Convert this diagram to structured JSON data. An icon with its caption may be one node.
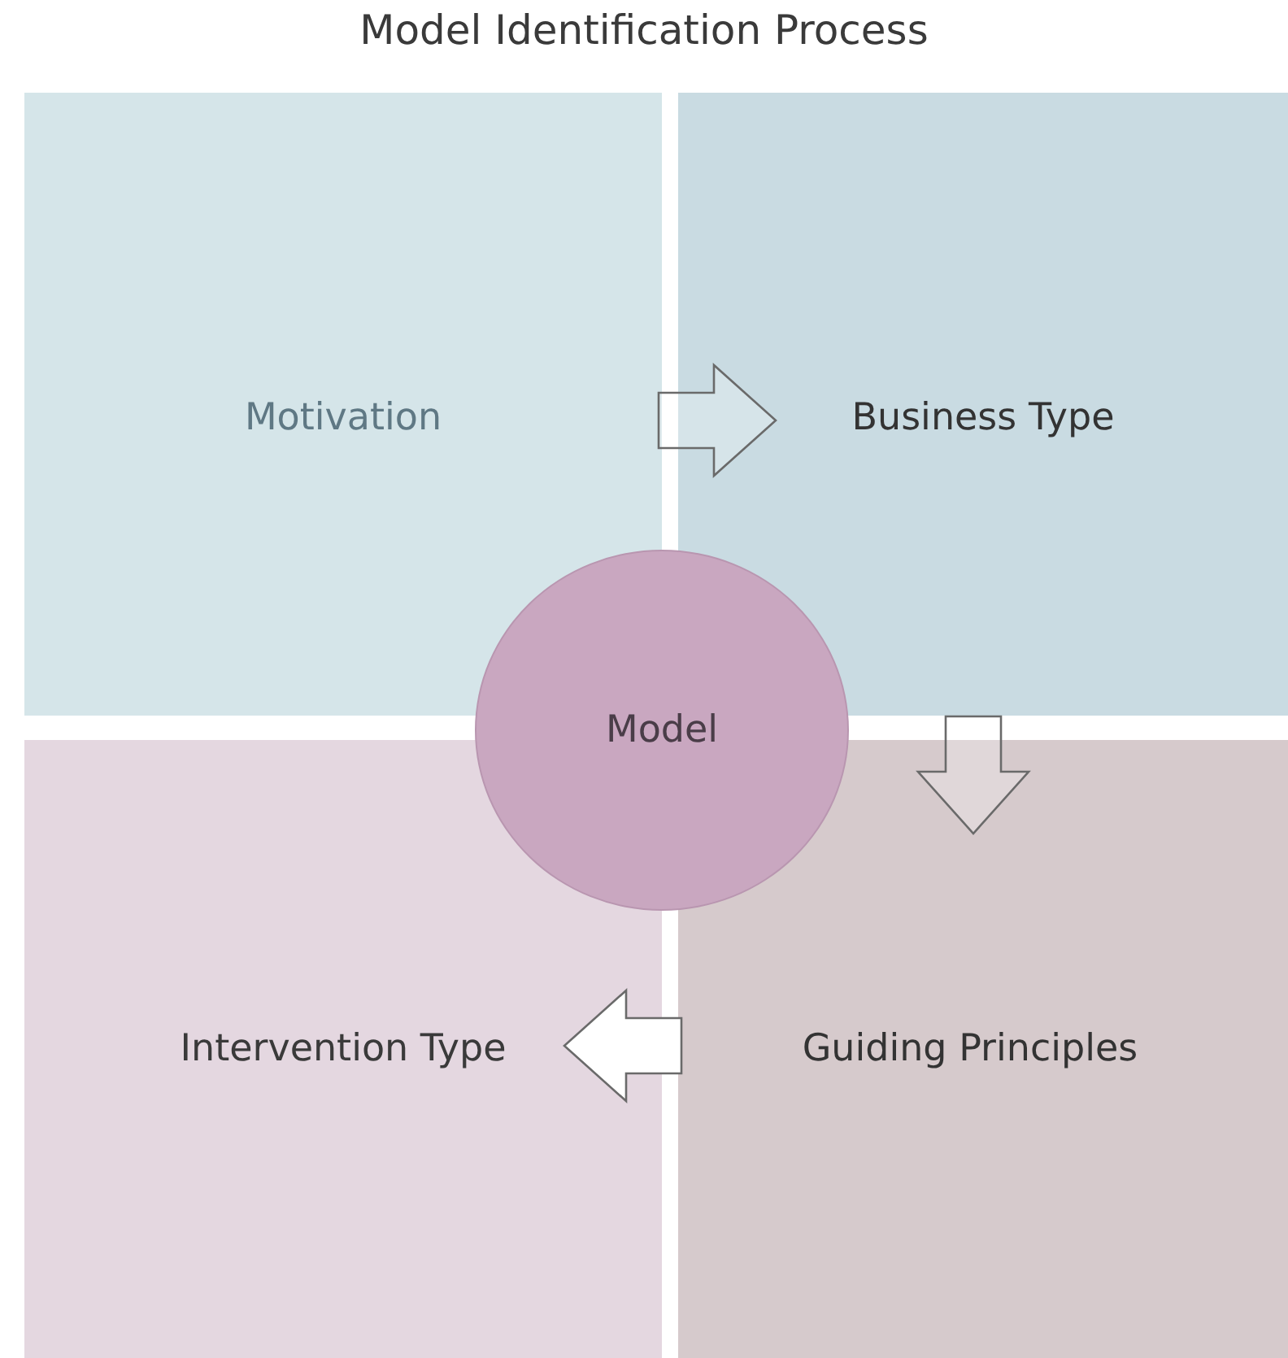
{
  "diagram": {
    "title": "Model Identification Process",
    "nodes": [
      {
        "text": [
          "Motivation"
        ]
      },
      {
        "text": [
          "Business Type"
        ]
      },
      {
        "text": [
          "Model"
        ]
      },
      {
        "text": [
          "Intervention Type"
        ]
      },
      {
        "text": [
          "Guiding Principles"
        ]
      }
    ],
    "edges": [
      {
        "from": 0,
        "to": 1,
        "arrow": "to"
      },
      {
        "from": 1,
        "to": 4,
        "arrow": "to"
      },
      {
        "from": 4,
        "to": 3,
        "arrow": "to"
      }
    ]
  }
}
